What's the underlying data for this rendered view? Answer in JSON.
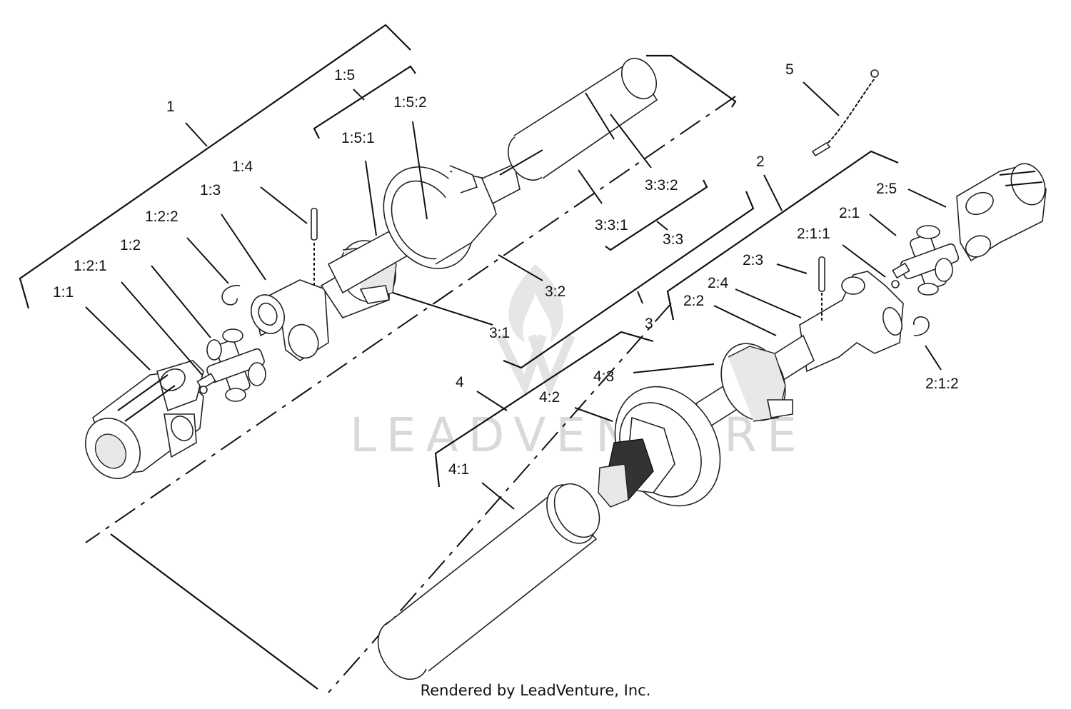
{
  "watermark": "LEADVENTURE",
  "footer": "Rendered by LeadVenture, Inc.",
  "labels": {
    "l1": "1",
    "l1_1": "1:1",
    "l1_2": "1:2",
    "l1_2_1": "1:2:1",
    "l1_2_2": "1:2:2",
    "l1_3": "1:3",
    "l1_4": "1:4",
    "l1_5": "1:5",
    "l1_5_1": "1:5:1",
    "l1_5_2": "1:5:2",
    "l2": "2",
    "l2_1": "2:1",
    "l2_1_1": "2:1:1",
    "l2_1_2": "2:1:2",
    "l2_2": "2:2",
    "l2_3": "2:3",
    "l2_4": "2:4",
    "l2_5": "2:5",
    "l3": "3",
    "l3_1": "3:1",
    "l3_2": "3:2",
    "l3_3": "3:3",
    "l3_3_1": "3:3:1",
    "l3_3_2": "3:3:2",
    "l4": "4",
    "l4_1": "4:1",
    "l4_2": "4:2",
    "l4_3": "4:3",
    "l5": "5"
  }
}
